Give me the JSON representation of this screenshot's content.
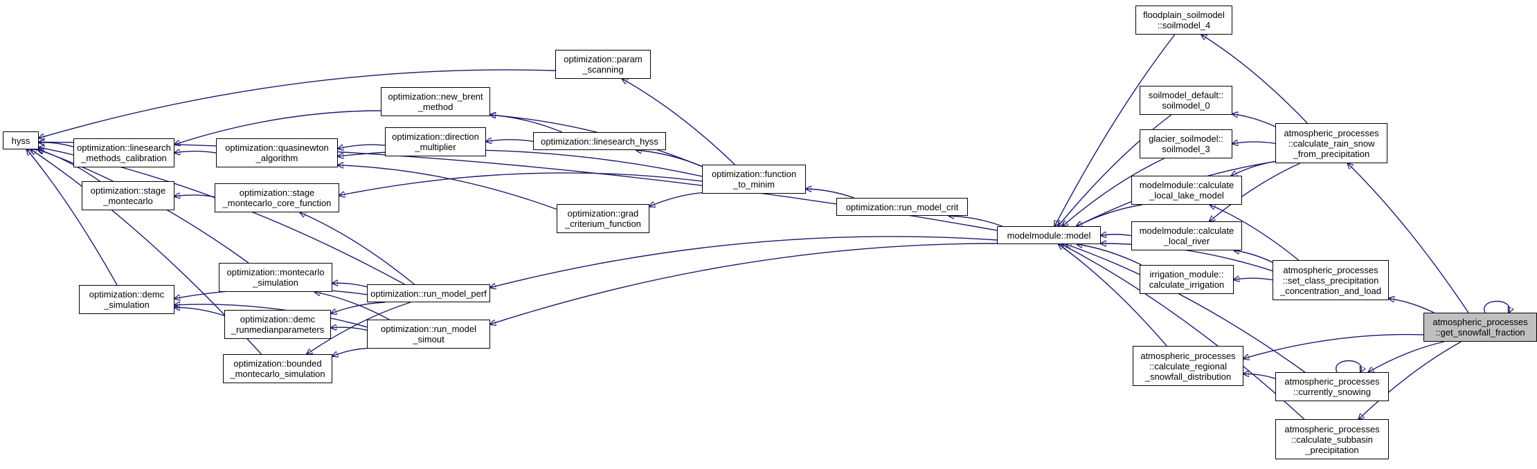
{
  "graph": {
    "title": "",
    "colors": {
      "edge": "#191970",
      "node_border": "#000000",
      "node_fill": "#ffffff",
      "focus_fill": "#bfbfbf"
    },
    "nodes": [
      {
        "id": "hyss",
        "label": "hyss"
      },
      {
        "id": "opt_linesearch_methods_calibration",
        "label": "optimization::linesearch\n_methods_calibration"
      },
      {
        "id": "opt_stage_montecarlo",
        "label": "optimization::stage\n_montecarlo"
      },
      {
        "id": "opt_demc_simulation",
        "label": "optimization::demc\n_simulation"
      },
      {
        "id": "opt_param_scanning",
        "label": "optimization::param\n_scanning"
      },
      {
        "id": "opt_new_brent_method",
        "label": "optimization::new_brent\n_method"
      },
      {
        "id": "opt_quasinewton_algorithm",
        "label": "optimization::quasinewton\n_algorithm"
      },
      {
        "id": "opt_direction_multiplier",
        "label": "optimization::direction\n_multiplier"
      },
      {
        "id": "opt_linesearch_hyss",
        "label": "optimization::linesearch_hyss"
      },
      {
        "id": "opt_stage_montecarlo_core_function",
        "label": "optimization::stage\n_montecarlo_core_function"
      },
      {
        "id": "opt_grad_criterium_function",
        "label": "optimization::grad\n_criterium_function"
      },
      {
        "id": "opt_function_to_minim",
        "label": "optimization::function\n_to_minim"
      },
      {
        "id": "opt_montecarlo_simulation",
        "label": "optimization::montecarlo\n_simulation"
      },
      {
        "id": "opt_demc_runmedianparameters",
        "label": "optimization::demc\n_runmedianparameters"
      },
      {
        "id": "opt_bounded_montecarlo_simulation",
        "label": "optimization::bounded\n_montecarlo_simulation"
      },
      {
        "id": "opt_run_model_perf",
        "label": "optimization::run_model_perf"
      },
      {
        "id": "opt_run_model_simout",
        "label": "optimization::run_model\n_simout"
      },
      {
        "id": "opt_run_model_crit",
        "label": "optimization::run_model_crit"
      },
      {
        "id": "modelmodule_model",
        "label": "modelmodule::model"
      },
      {
        "id": "floodplain_soilmodel_4",
        "label": "floodplain_soilmodel\n::soilmodel_4"
      },
      {
        "id": "soilmodel_default_soilmodel_0",
        "label": "soilmodel_default::\nsoilmodel_0"
      },
      {
        "id": "glacier_soilmodel_soilmodel_3",
        "label": "glacier_soilmodel::\nsoilmodel_3"
      },
      {
        "id": "modelmodule_calculate_local_lake_model",
        "label": "modelmodule::calculate\n_local_lake_model"
      },
      {
        "id": "modelmodule_calculate_local_river",
        "label": "modelmodule::calculate\n_local_river"
      },
      {
        "id": "irrigation_module_calculate_irrigation",
        "label": "irrigation_module::\ncalculate_irrigation"
      },
      {
        "id": "ap_calculate_regional_snowfall_distribution",
        "label": "atmospheric_processes\n::calculate_regional\n_snowfall_distribution"
      },
      {
        "id": "ap_calculate_rain_snow_from_precipitation",
        "label": "atmospheric_processes\n::calculate_rain_snow\n_from_precipitation"
      },
      {
        "id": "ap_set_class_precipitation_concentration_and_load",
        "label": "atmospheric_processes\n::set_class_precipitation\n_concentration_and_load"
      },
      {
        "id": "ap_currently_snowing",
        "label": "atmospheric_processes\n::currently_snowing"
      },
      {
        "id": "ap_calculate_subbasin_precipitation",
        "label": "atmospheric_processes\n::calculate_subbasin\n_precipitation"
      },
      {
        "id": "ap_get_snowfall_fraction",
        "label": "atmospheric_processes\n::get_snowfall_fraction"
      }
    ],
    "edges": [
      [
        "opt_linesearch_methods_calibration",
        "hyss"
      ],
      [
        "opt_stage_montecarlo",
        "hyss"
      ],
      [
        "opt_demc_simulation",
        "hyss"
      ],
      [
        "opt_param_scanning",
        "hyss"
      ],
      [
        "modelmodule_model",
        "hyss"
      ],
      [
        "opt_montecarlo_simulation",
        "hyss"
      ],
      [
        "opt_bounded_montecarlo_simulation",
        "hyss"
      ],
      [
        "opt_quasinewton_algorithm",
        "opt_linesearch_methods_calibration"
      ],
      [
        "opt_new_brent_method",
        "opt_linesearch_methods_calibration"
      ],
      [
        "opt_stage_montecarlo_core_function",
        "opt_stage_montecarlo"
      ],
      [
        "opt_demc_runmedianparameters",
        "opt_demc_simulation"
      ],
      [
        "opt_run_model_perf",
        "opt_demc_simulation"
      ],
      [
        "opt_direction_multiplier",
        "opt_quasinewton_algorithm"
      ],
      [
        "opt_linesearch_hyss",
        "opt_direction_multiplier"
      ],
      [
        "opt_linesearch_hyss",
        "opt_new_brent_method"
      ],
      [
        "opt_grad_criterium_function",
        "opt_quasinewton_algorithm"
      ],
      [
        "opt_function_to_minim",
        "opt_param_scanning"
      ],
      [
        "opt_function_to_minim",
        "opt_new_brent_method"
      ],
      [
        "opt_function_to_minim",
        "opt_linesearch_hyss"
      ],
      [
        "opt_function_to_minim",
        "opt_quasinewton_algorithm"
      ],
      [
        "opt_function_to_minim",
        "opt_grad_criterium_function"
      ],
      [
        "opt_function_to_minim",
        "opt_stage_montecarlo_core_function"
      ],
      [
        "opt_run_model_crit",
        "opt_function_to_minim"
      ],
      [
        "modelmodule_model",
        "opt_run_model_crit"
      ],
      [
        "opt_run_model_perf",
        "opt_stage_montecarlo_core_function"
      ],
      [
        "opt_run_model_perf",
        "opt_montecarlo_simulation"
      ],
      [
        "opt_run_model_perf",
        "opt_demc_runmedianparameters"
      ],
      [
        "opt_run_model_perf",
        "opt_bounded_montecarlo_simulation"
      ],
      [
        "opt_run_model_perf",
        "hyss"
      ],
      [
        "opt_run_model_simout",
        "opt_montecarlo_simulation"
      ],
      [
        "opt_run_model_simout",
        "opt_demc_runmedianparameters"
      ],
      [
        "opt_run_model_simout",
        "opt_bounded_montecarlo_simulation"
      ],
      [
        "opt_run_model_simout",
        "opt_demc_simulation"
      ],
      [
        "modelmodule_model",
        "opt_run_model_perf"
      ],
      [
        "modelmodule_model",
        "opt_run_model_simout"
      ],
      [
        "floodplain_soilmodel_4",
        "modelmodule_model"
      ],
      [
        "soilmodel_default_soilmodel_0",
        "modelmodule_model"
      ],
      [
        "glacier_soilmodel_soilmodel_3",
        "modelmodule_model"
      ],
      [
        "modelmodule_calculate_local_lake_model",
        "modelmodule_model"
      ],
      [
        "modelmodule_calculate_local_river",
        "modelmodule_model"
      ],
      [
        "irrigation_module_calculate_irrigation",
        "modelmodule_model"
      ],
      [
        "ap_calculate_regional_snowfall_distribution",
        "modelmodule_model"
      ],
      [
        "ap_calculate_rain_snow_from_precipitation",
        "modelmodule_model"
      ],
      [
        "ap_set_class_precipitation_concentration_and_load",
        "modelmodule_model"
      ],
      [
        "ap_calculate_subbasin_precipitation",
        "modelmodule_model"
      ],
      [
        "ap_get_snowfall_fraction",
        "ap_calculate_rain_snow_from_precipitation"
      ],
      [
        "ap_get_snowfall_fraction",
        "ap_set_class_precipitation_concentration_and_load"
      ],
      [
        "ap_get_snowfall_fraction",
        "ap_calculate_regional_snowfall_distribution"
      ],
      [
        "ap_get_snowfall_fraction",
        "ap_currently_snowing"
      ],
      [
        "ap_get_snowfall_fraction",
        "ap_calculate_subbasin_precipitation"
      ],
      [
        "ap_get_snowfall_fraction",
        "ap_get_snowfall_fraction"
      ],
      [
        "ap_calculate_rain_snow_from_precipitation",
        "floodplain_soilmodel_4"
      ],
      [
        "ap_calculate_rain_snow_from_precipitation",
        "soilmodel_default_soilmodel_0"
      ],
      [
        "ap_calculate_rain_snow_from_precipitation",
        "glacier_soilmodel_soilmodel_3"
      ],
      [
        "ap_calculate_rain_snow_from_precipitation",
        "modelmodule_calculate_local_lake_model"
      ],
      [
        "ap_calculate_rain_snow_from_precipitation",
        "modelmodule_calculate_local_river"
      ],
      [
        "ap_set_class_precipitation_concentration_and_load",
        "modelmodule_calculate_local_lake_model"
      ],
      [
        "ap_set_class_precipitation_concentration_and_load",
        "modelmodule_calculate_local_river"
      ],
      [
        "ap_set_class_precipitation_concentration_and_load",
        "irrigation_module_calculate_irrigation"
      ],
      [
        "ap_currently_snowing",
        "ap_calculate_regional_snowfall_distribution"
      ],
      [
        "ap_currently_snowing",
        "ap_currently_snowing"
      ],
      [
        "ap_currently_snowing",
        "modelmodule_model"
      ]
    ]
  }
}
